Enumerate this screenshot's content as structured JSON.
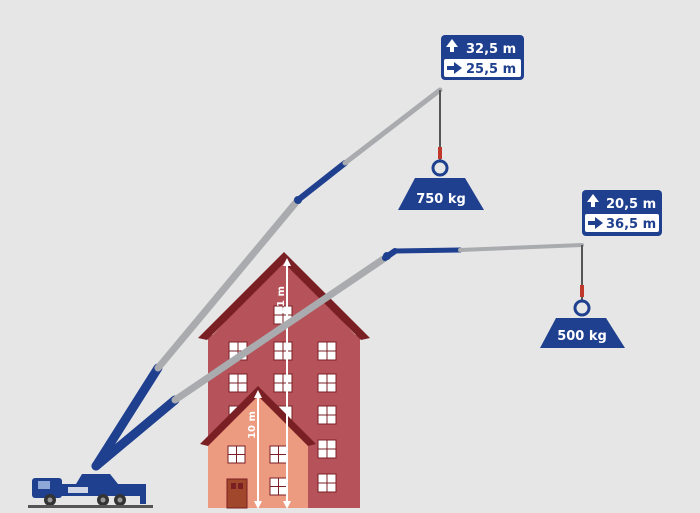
{
  "colors": {
    "background": "#e6e6e6",
    "brand_blue": "#1f3f8f",
    "boom_grey": "#a9abae",
    "tall_house": "#b5525a",
    "tall_roof": "#7a1f24",
    "small_house": "#ec9a80",
    "small_roof": "#7a1f24",
    "window": "#ffffff",
    "hook_line": "#555555",
    "hook_red": "#c0392b"
  },
  "configurations": [
    {
      "height": "32,5 m",
      "reach": "25,5 m",
      "load": "750 kg",
      "height_icon": "arrow-up-icon",
      "reach_icon": "arrow-right-icon"
    },
    {
      "height": "20,5 m",
      "reach": "36,5 m",
      "load": "500 kg",
      "height_icon": "arrow-up-icon",
      "reach_icon": "arrow-right-icon"
    }
  ],
  "buildings": {
    "tall_height": "21 m",
    "small_height": "10 m"
  }
}
